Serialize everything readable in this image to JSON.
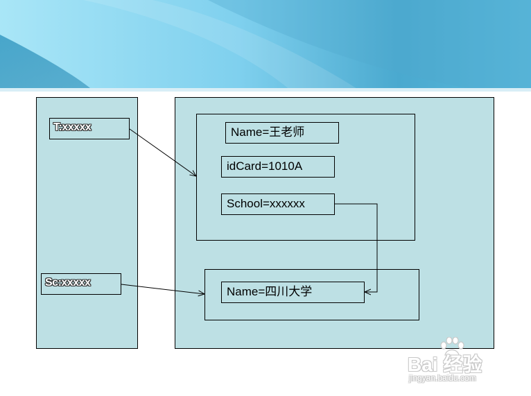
{
  "stack": {
    "teacher_ref": "T:xxxxx",
    "school_ref": "Sc:xxxxx"
  },
  "heap": {
    "teacher_object": {
      "name_field": "Name=王老师",
      "idcard_field": "idCard=1010A",
      "school_field": "School=xxxxxx"
    },
    "school_object": {
      "name_field": "Name=四川大学"
    }
  },
  "colors": {
    "panel_fill": "#bde0e4",
    "border": "#000000",
    "header_light": "#a9e6f7",
    "header_mid": "#5fb8d8",
    "header_dark": "#3a9cc4"
  },
  "watermark": {
    "brand": "Bai 经验",
    "url": "jingyan.baidu.com"
  }
}
